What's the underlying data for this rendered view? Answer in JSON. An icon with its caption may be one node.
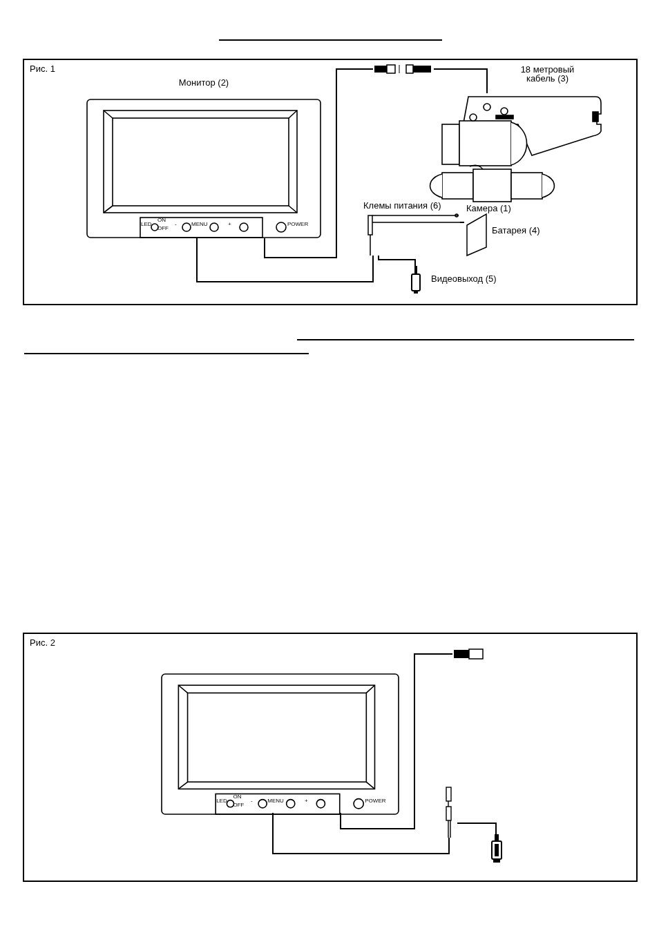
{
  "diagram": {
    "nodes": [
      {
        "text": [
          "Рис. 1"
        ]
      },
      {
        "text": [
          "Монитор (2)"
        ],
        "in": 0
      },
      {
        "text": [
          "18 метровый кабель (3)"
        ],
        "in": 0
      },
      {
        "text": [
          "Камера (1)"
        ],
        "in": 0
      },
      {
        "text": [
          "Клемы питания (6)"
        ],
        "in": 0
      },
      {
        "text": [
          "Батарея (4)"
        ],
        "in": 0
      },
      {
        "text": [
          "Видеовыход (5)"
        ],
        "in": 0
      },
      {
        "text": [
          "Рис. 2"
        ]
      },
      {
        "text": [],
        "shape": "picture",
        "in": 7
      },
      {
        "text": [],
        "shape": "picture",
        "in": 7
      },
      {
        "text": [],
        "shape": "picture",
        "in": 7
      },
      {
        "text": [],
        "shape": "picture",
        "in": 7
      }
    ],
    "edges": [
      {
        "from": 1,
        "to": 2,
        "arrow": "none"
      },
      {
        "from": 2,
        "to": 3,
        "arrow": "none"
      },
      {
        "from": 1,
        "to": 4,
        "arrow": "none"
      },
      {
        "from": 4,
        "to": 5,
        "arrow": "none"
      },
      {
        "from": 4,
        "to": 6,
        "arrow": "none"
      },
      {
        "from": 8,
        "to": 9,
        "arrow": "none"
      },
      {
        "from": 8,
        "to": 10,
        "arrow": "none"
      },
      {
        "from": 10,
        "to": 11,
        "arrow": "none"
      }
    ],
    "labels": [
      "LED",
      "ON",
      "OFF",
      "-",
      "MENU",
      "+",
      "POWER",
      "LED",
      "ON",
      "OFF",
      "-",
      "MENU",
      "+",
      "POWER"
    ]
  }
}
